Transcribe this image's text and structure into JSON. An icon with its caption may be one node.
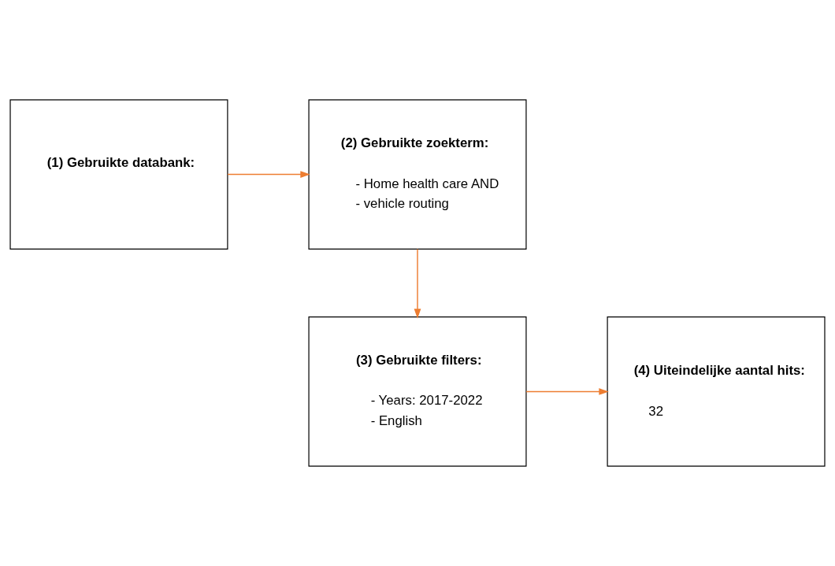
{
  "diagram": {
    "nodes": [
      {
        "text": [
          "(1) Gebruikte databank:"
        ]
      },
      {
        "text": [
          "(2) Gebruikte zoekterm:",
          "- Home health care AND",
          "- vehicle routing"
        ]
      },
      {
        "text": [
          "(3) Gebruikte filters:",
          "- Years: 2017-2022",
          "- English"
        ]
      },
      {
        "text": [
          "(4) Uiteindelijke aantal hits:",
          "32"
        ]
      }
    ],
    "edges": [
      {
        "from": 0,
        "to": 1,
        "arrow": "to"
      },
      {
        "from": 1,
        "to": 2,
        "arrow": "to"
      },
      {
        "from": 2,
        "to": 3,
        "arrow": "to"
      }
    ]
  }
}
